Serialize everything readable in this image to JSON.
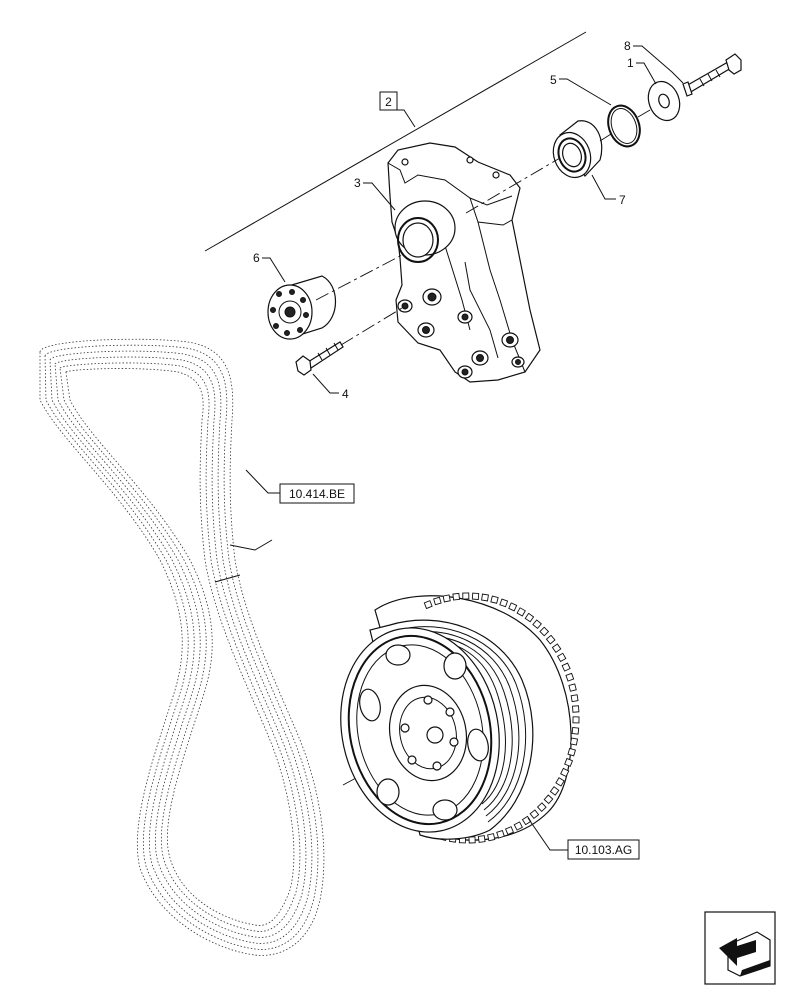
{
  "callouts": {
    "c1": "1",
    "c2": "2",
    "c3": "3",
    "c4": "4",
    "c5": "5",
    "c6": "6",
    "c7": "7",
    "c8": "8"
  },
  "references": {
    "belt": "10.414.BE",
    "damper": "10.103.AG"
  },
  "icons": {
    "corner": "arrow-page-icon"
  }
}
